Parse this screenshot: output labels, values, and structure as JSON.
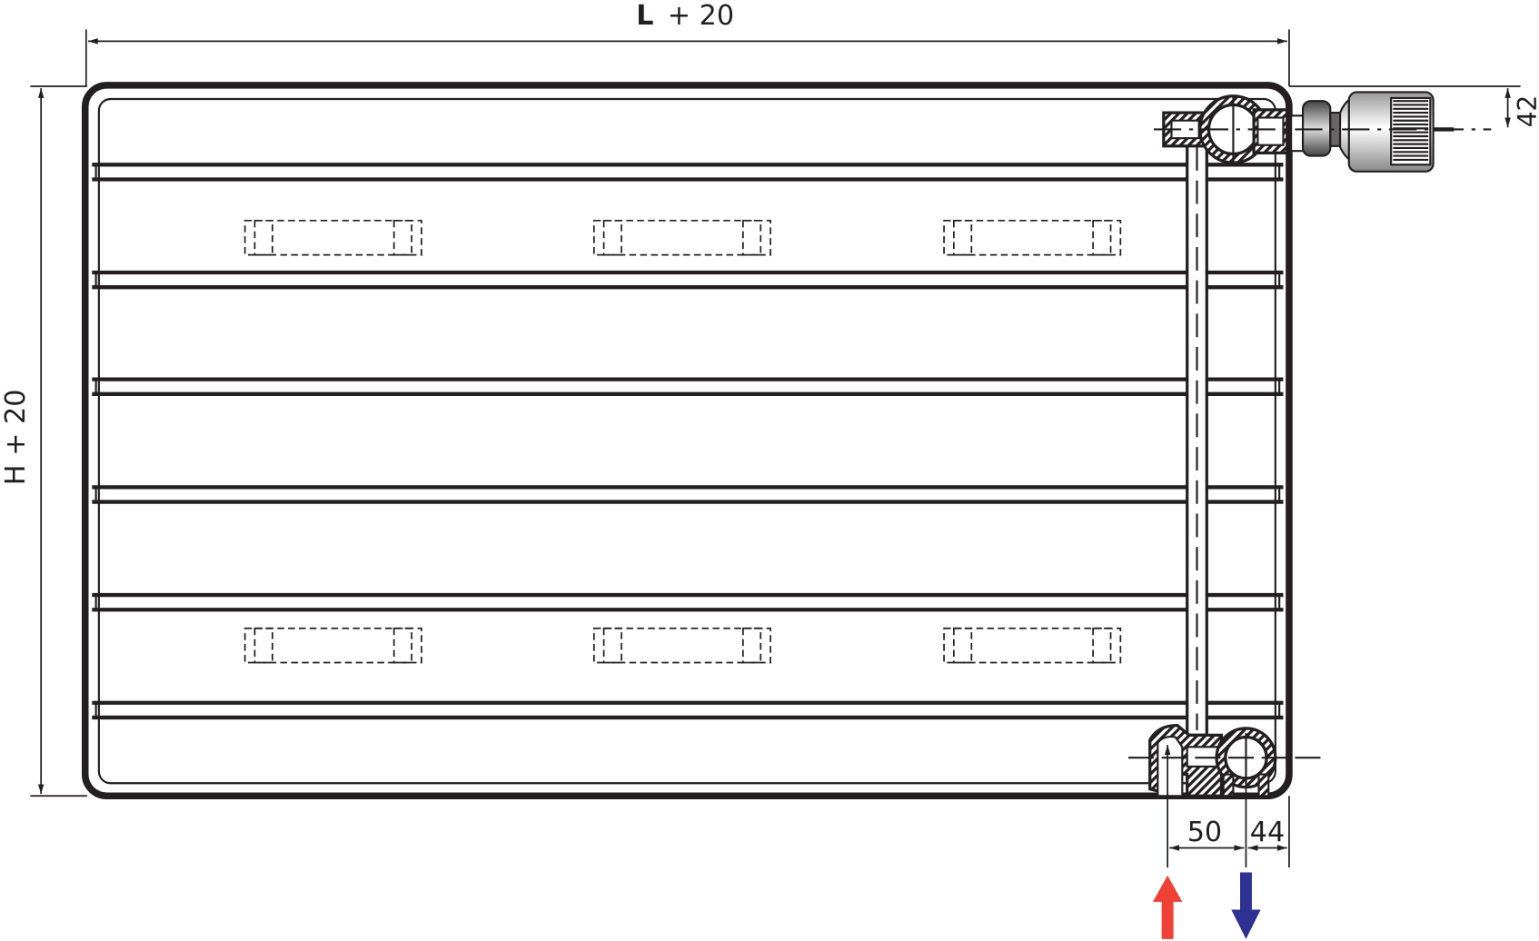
{
  "dimensions": {
    "length_symbol": "L",
    "length_offset": "+ 20",
    "height_label": "H + 20",
    "valve_offset": "42",
    "connection_spacing": "50",
    "connection_edge_offset": "44"
  },
  "colors": {
    "line": "#231f20",
    "flow_arrow": "#ef4136",
    "return_arrow": "#2e3192"
  },
  "flow": {
    "supply": "up",
    "return": "down"
  }
}
